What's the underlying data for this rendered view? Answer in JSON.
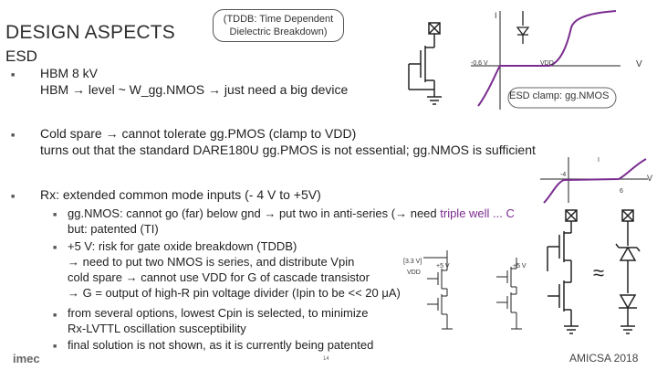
{
  "title": "DESIGN ASPECTS",
  "note": {
    "line1": "(TDDB: Time Dependent",
    "line2": "Dielectric Breakdown)"
  },
  "section": "ESD",
  "bullets": {
    "hbm": {
      "line1": "HBM 8 kV",
      "line2": "HBM → level ~ W_gg.NMOS → just need a big device"
    },
    "cold": {
      "line1": "Cold spare → cannot tolerate gg.PMOS (clamp to VDD)",
      "line2": "turns out that the standard DARE180U gg.PMOS is not essential; gg.NMOS is sufficient"
    },
    "rx": "Rx: extended common mode inputs (- 4 V to +5V)"
  },
  "sub": {
    "a1_pre": "gg.NMOS: cannot go (far) below gnd → put two in anti-series (→ need ",
    "a1_hl": "triple well ... C",
    "a2": "but: patented (TI)",
    "b1": "+5 V: risk for gate oxide breakdown (TDDB)",
    "b2": "→ need to put two NMOS is series, and distribute Vpin",
    "b3": "cold spare → cannot use VDD for G of cascade transistor",
    "b4": "→ G = output of high-R pin voltage divider (Ipin to be << 20 μA)",
    "c1": "from several options, lowest Cpin is selected, to minimize",
    "c2": "Rx-LVTTL oscillation susceptibility",
    "d1": "final solution is not shown, as it is currently being patented"
  },
  "iv1": {
    "axis_i": "I",
    "axis_v": "V",
    "neg": "-0.6 V",
    "vdd": "VDD",
    "caption": "ESD clamp: gg.NMOS"
  },
  "iv2": {
    "axis_i": "I",
    "axis_v": "V",
    "neg": "-4",
    "pos": "6"
  },
  "schem": {
    "v33": "[3.3 V]",
    "vdd": "VDD",
    "p5a": "+5 V",
    "p5b": "+5 V",
    "approx": "≈"
  },
  "footer": {
    "logo": "imec",
    "page": "14",
    "conf": "AMICSA 2018"
  },
  "colors": {
    "curve": "#7a2d8f",
    "text": "#222222"
  }
}
